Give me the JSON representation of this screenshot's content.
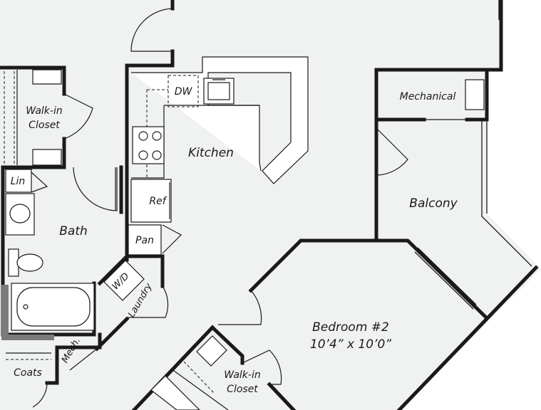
{
  "rooms": {
    "walk_in_closet_1": [
      "Walk-in",
      "Closet"
    ],
    "kitchen": "Kitchen",
    "dishwasher": "DW",
    "refrigerator": "Ref",
    "pantry": "Pan",
    "linen": "Lin",
    "bath": "Bath",
    "washer_dryer": "W/D",
    "laundry": "Laundry",
    "mechanical_small": "Mech.",
    "coats": "Coats",
    "mechanical": "Mechanical",
    "balcony": "Balcony",
    "bedroom_2": "Bedroom #2",
    "bedroom_2_size": "10’4” x 10’0”",
    "walk_in_closet_2": [
      "Walk-in",
      "Closet"
    ]
  }
}
